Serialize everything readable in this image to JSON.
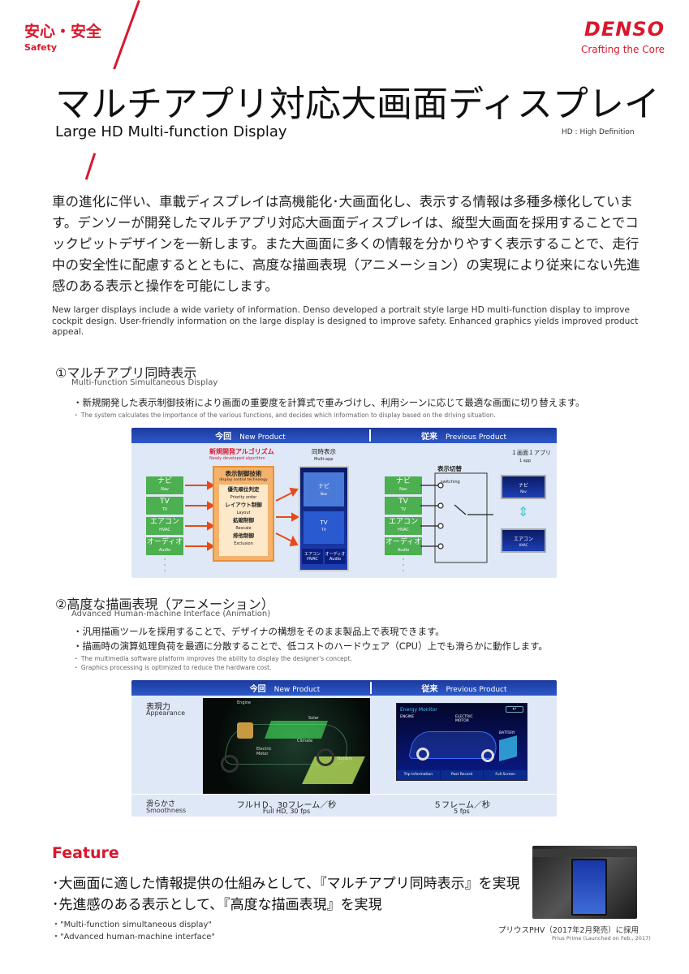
{
  "header": {
    "category_jp": "安心・安全",
    "category_en": "Safety",
    "brand": "DENSO",
    "tagline": "Crafting the Core"
  },
  "title": {
    "jp": "マルチアプリ対応大画面ディスプレイ",
    "en": "Large HD Multi-function Display",
    "note": "HD : High Definition"
  },
  "lead": {
    "jp": "車の進化に伴い、車載ディスプレイは高機能化･大画面化し、表示する情報は多種多様化しています。デンソーが開発したマルチアプリ対応大画面ディスプレイは、縦型大画面を採用することでコックピットデザインを一新します。また大画面に多くの情報を分かりやすく表示することで、走行中の安全性に配慮するとともに、高度な描画表現（アニメーション）の実現により従来にない先進感のある表示と操作を可能にします。",
    "en": "New larger displays include a wide variety of information. Denso developed a portrait style large HD multi-function display to improve cockpit design. User-friendly information on the large display is designed to improve safety. Enhanced graphics yields improved product appeal."
  },
  "section1": {
    "title": "①マルチアプリ同時表示",
    "subtitle": "Multi-function Simultaneous Display",
    "bullet_jp": "・新規開発した表示制御技術により画面の重要度を計算式で重みづけし、利用シーンに応じて最適な画面に切り替えます。",
    "bullet_en": "・ The system calculates the importance of the various functions, and decides which information to display based on the driving situation.",
    "panel": {
      "new_label": "今回",
      "new_label_en": "New Product",
      "prev_label": "従来",
      "prev_label_en": "Previous Product",
      "algo_jp": "新規開発アルゴリズム",
      "algo_en": "Newly developed algorithm",
      "tech_jp": "表示制御技術",
      "tech_en": "display control technology",
      "priority_jp": "優先順位判定",
      "priority_en": "Priority order",
      "layout_jp": "レイアウト制御",
      "layout_en": "Layout",
      "rescale_jp": "拡縮制御",
      "rescale_en": "Rescale",
      "exclusion_jp": "排他制御",
      "exclusion_en": "Exclusion",
      "multi_jp": "同時表示",
      "multi_en": "Multi-app",
      "one_app_jp": "１画面１アプリ",
      "one_app_en": "1 app",
      "switch_jp": "表示切替",
      "switch_en": "switching",
      "nav_jp": "ナビ",
      "nav_en": "Nav",
      "tv_jp": "TV",
      "tv_en": "TV",
      "ac_jp": "エアコン",
      "ac_en": "HVAC",
      "audio_jp": "オーディオ",
      "audio_en": "Audio"
    }
  },
  "section2": {
    "title": "②高度な描画表現（アニメーション）",
    "subtitle": "Advanced Human-machine Interface (Animation)",
    "bullet1_jp": "・汎用描画ツールを採用することで、デザイナの構想をそのまま製品上で表現できます。",
    "bullet2_jp": "・描画時の演算処理負荷を最適に分散することで、低コストのハードウェア（CPU）上でも滑らかに動作します。",
    "bullet1_en": "・ The multimedia software platform improves the ability to display the designer's concept.",
    "bullet2_en": "・ Graphics processing is optimized to reduce the hardware cost.",
    "panel": {
      "new_label": "今回",
      "new_label_en": "New Product",
      "prev_label": "従来",
      "prev_label_en": "Previous Product",
      "appearance_jp": "表現力",
      "appearance_en": "Appearance",
      "smooth_jp": "滑らかさ",
      "smooth_en": "Smoothness",
      "new_fps_jp": "フルＨＤ、30フレーム／秒",
      "new_fps_en": "Full HD, 30 fps",
      "prev_fps_jp": "５フレーム／秒",
      "prev_fps_en": "5 fps",
      "energy_monitor": "Energy Monitor",
      "engine": "ENGINE",
      "electric_motor": "ELECTRIC MOTOR",
      "battery": "BATTERY",
      "trip_info": "Trip Information",
      "past_record": "Past Record",
      "full_screen": "Full Screen",
      "new_engine": "Engine",
      "new_solar": "Solar",
      "new_motor": "Electric Motor",
      "new_climate": "Climate",
      "new_battery": "Battery"
    }
  },
  "feature": {
    "heading": "Feature",
    "item1_jp": "･大画面に適した情報提供の仕組みとして、『マルチアプリ同時表示』を実現",
    "item2_jp": "･先進感のある表示として、『高度な描画表現』を実現",
    "item1_en": "・\"Multi-function simultaneous display\"",
    "item2_en": "・\"Advanced human-machine interface\"",
    "caption_jp": "プリウスPHV（2017年2月発売）に採用",
    "caption_en": "Prius Prime (Launched on Feb., 2017)"
  }
}
